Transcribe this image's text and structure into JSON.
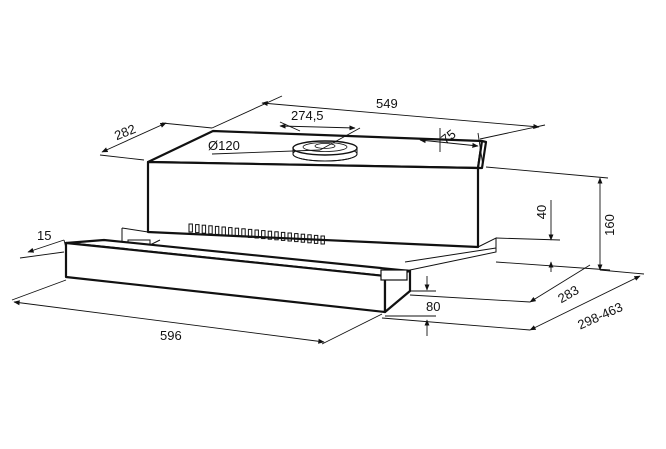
{
  "dimensions": {
    "overall_width": "549",
    "offset_to_outlet": "274,5",
    "outlet_offset_rear": "75",
    "depth": "282",
    "outlet_diameter": "Ø120",
    "height_total": "160",
    "body_height": "40",
    "front_panel_height": "15",
    "front_width": "596",
    "panel_thickness": "80",
    "depth_closed": "283",
    "depth_extended": "298-463"
  },
  "colors": {
    "line": "#111111",
    "background": "#ffffff"
  }
}
